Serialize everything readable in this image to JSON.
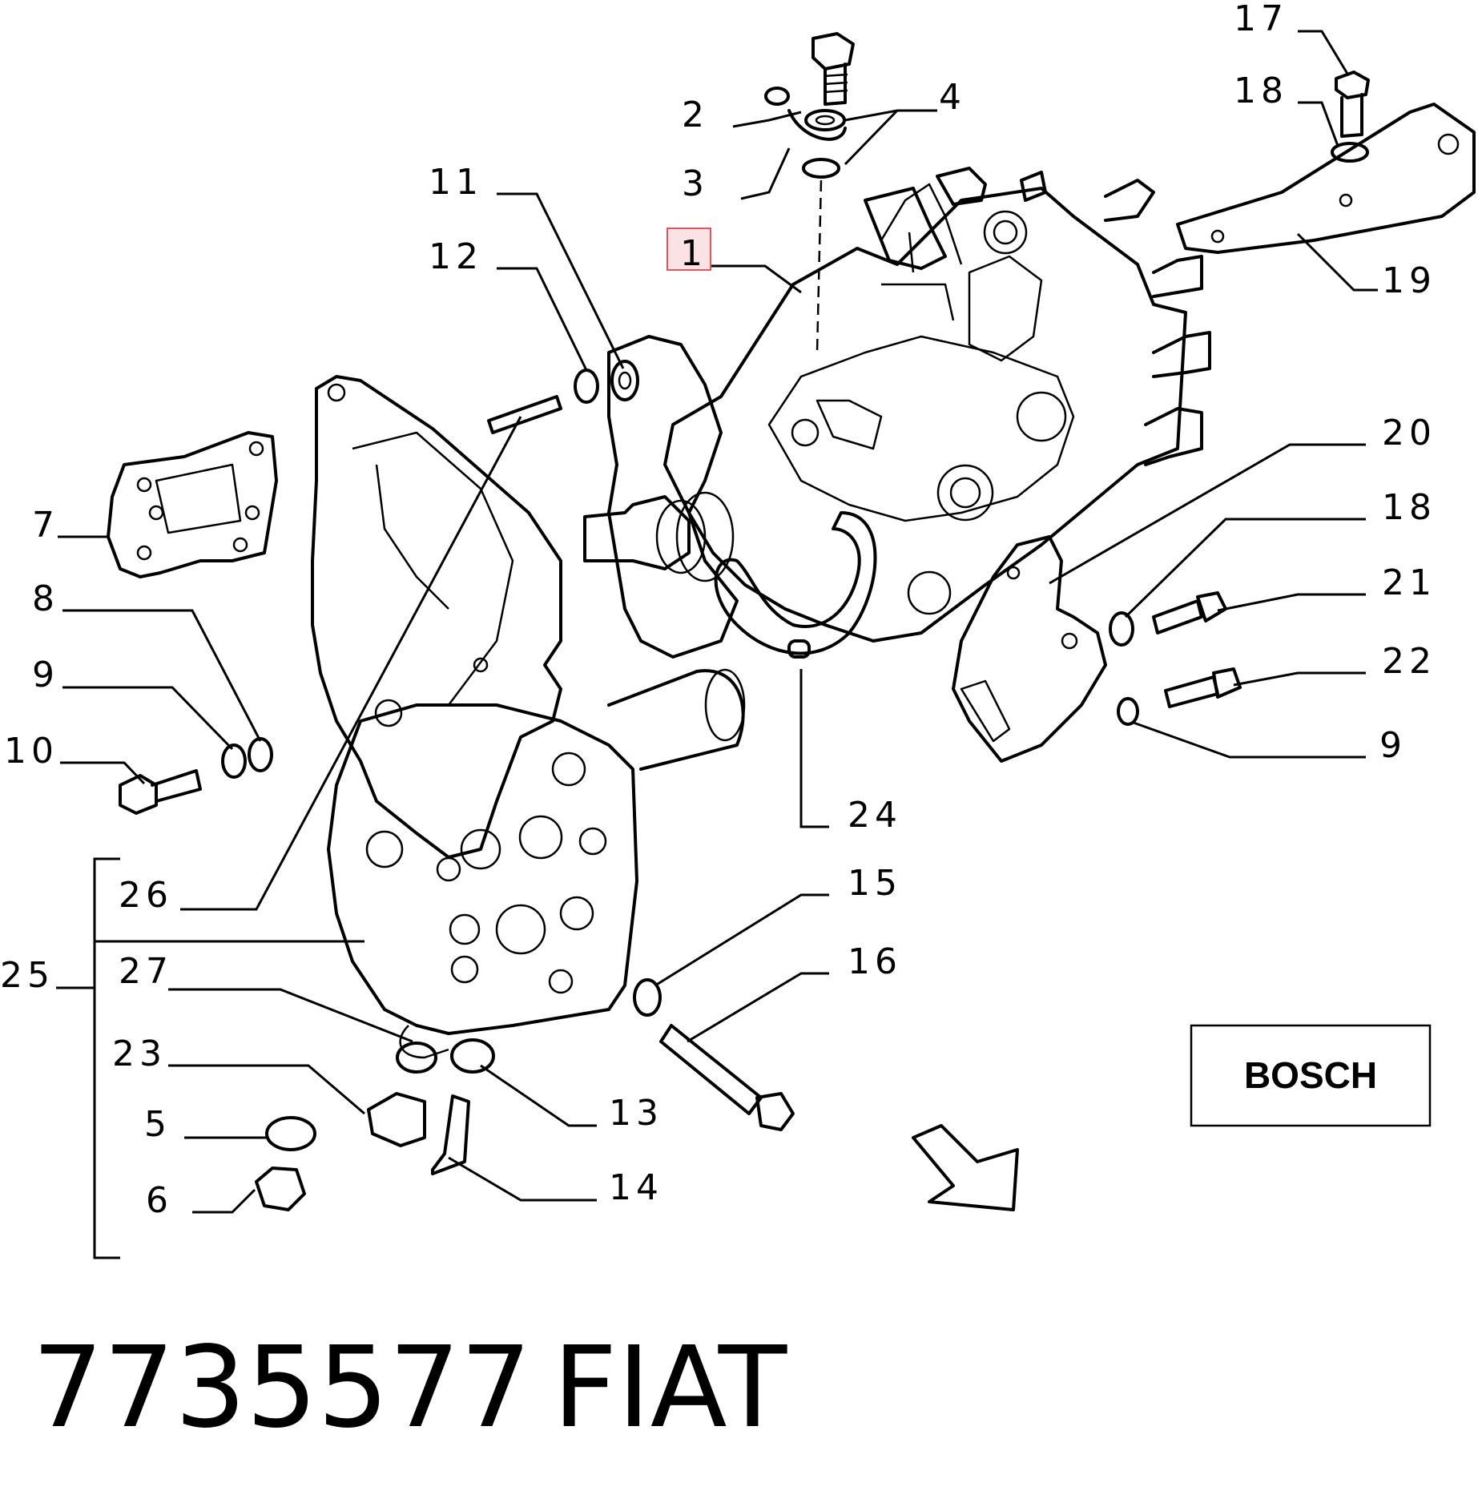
{
  "callouts": {
    "c1": "1",
    "c2": "2",
    "c3": "3",
    "c4": "4",
    "c5": "5",
    "c6": "6",
    "c7": "7",
    "c8": "8",
    "c9a": "9",
    "c9b": "9",
    "c10": "10",
    "c11": "11",
    "c12": "12",
    "c13": "13",
    "c14": "14",
    "c15": "15",
    "c16": "16",
    "c17": "17",
    "c18a": "18",
    "c18b": "18",
    "c19": "19",
    "c20": "20",
    "c21": "21",
    "c22": "22",
    "c23": "23",
    "c24": "24",
    "c25": "25",
    "c26": "26",
    "c27": "27"
  },
  "brand_box": "BOSCH",
  "part_number": "7735577",
  "manufacturer": "FIAT",
  "highlight_color": "#e05560"
}
